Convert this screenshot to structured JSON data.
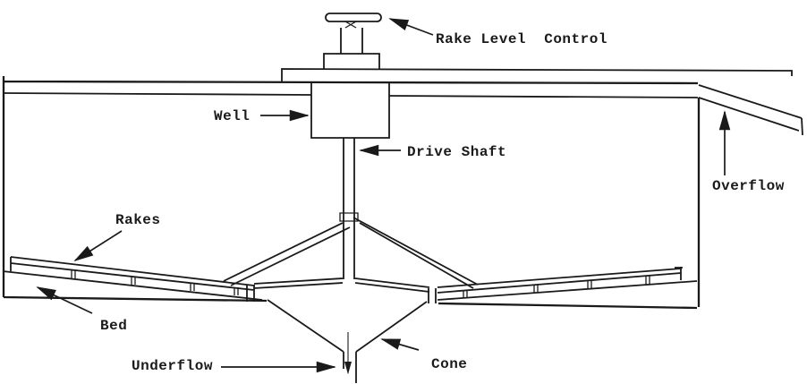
{
  "diagram": {
    "labels": {
      "rake_level_control": "Rake Level  Control",
      "well": "Well",
      "drive_shaft": "Drive Shaft",
      "overflow": "Overflow",
      "rakes": "Rakes",
      "bed": "Bed",
      "underflow": "Underflow",
      "cone": "Cone"
    },
    "colors": {
      "ink": "#1a1a1a",
      "background": "#ffffff"
    }
  }
}
